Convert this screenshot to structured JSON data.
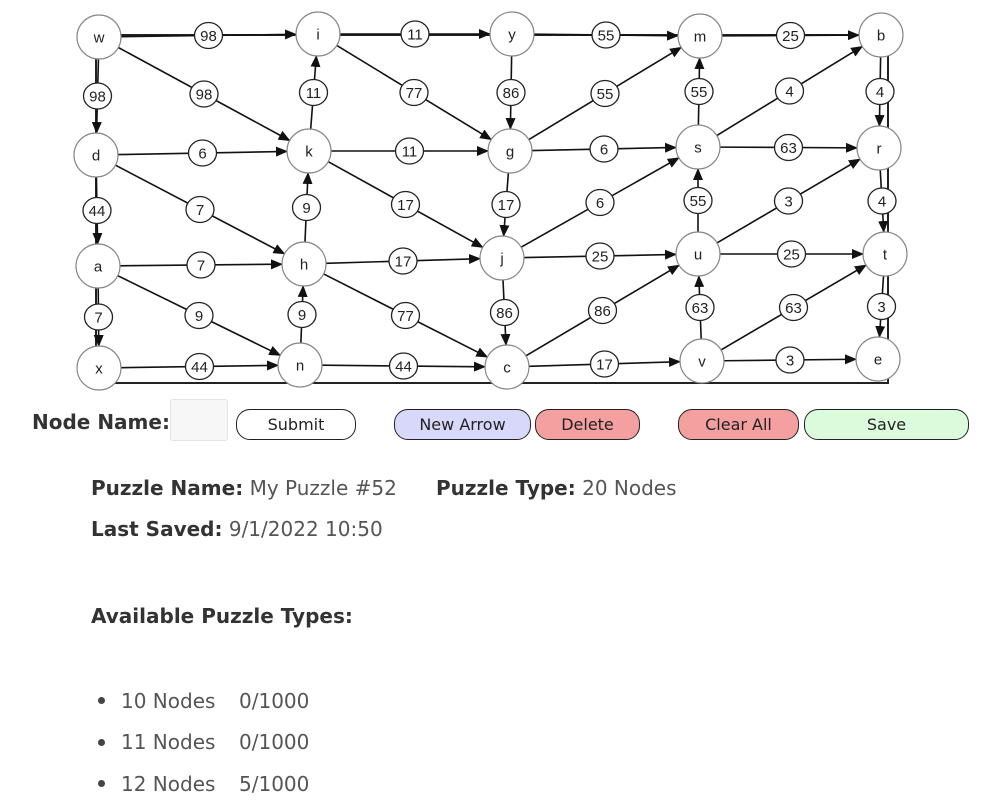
{
  "graph": {
    "nodes": [
      "w",
      "i",
      "y",
      "m",
      "b",
      "d",
      "k",
      "g",
      "s",
      "r",
      "a",
      "h",
      "j",
      "u",
      "t",
      "x",
      "n",
      "c",
      "v",
      "e"
    ],
    "edges": [
      {
        "from": "w",
        "to": "i",
        "weight": "98"
      },
      {
        "from": "i",
        "to": "y",
        "weight": "11"
      },
      {
        "from": "y",
        "to": "m",
        "weight": "55"
      },
      {
        "from": "m",
        "to": "b",
        "weight": "25"
      },
      {
        "from": "w",
        "to": "d",
        "weight": "98"
      },
      {
        "from": "w",
        "to": "k",
        "weight": "98"
      },
      {
        "from": "k",
        "to": "i",
        "weight": "11"
      },
      {
        "from": "i",
        "to": "g",
        "weight": "77"
      },
      {
        "from": "y",
        "to": "g",
        "weight": "86"
      },
      {
        "from": "g",
        "to": "m",
        "weight": "55"
      },
      {
        "from": "s",
        "to": "m",
        "weight": "55"
      },
      {
        "from": "s",
        "to": "b",
        "weight": "4"
      },
      {
        "from": "b",
        "to": "r",
        "weight": "4"
      },
      {
        "from": "d",
        "to": "k",
        "weight": "6"
      },
      {
        "from": "k",
        "to": "g",
        "weight": "11"
      },
      {
        "from": "g",
        "to": "s",
        "weight": "6"
      },
      {
        "from": "s",
        "to": "r",
        "weight": "63"
      },
      {
        "from": "d",
        "to": "a",
        "weight": "44"
      },
      {
        "from": "d",
        "to": "h",
        "weight": "7"
      },
      {
        "from": "h",
        "to": "k",
        "weight": "9"
      },
      {
        "from": "k",
        "to": "j",
        "weight": "17"
      },
      {
        "from": "g",
        "to": "j",
        "weight": "17"
      },
      {
        "from": "j",
        "to": "s",
        "weight": "6"
      },
      {
        "from": "u",
        "to": "s",
        "weight": "55"
      },
      {
        "from": "u",
        "to": "r",
        "weight": "3"
      },
      {
        "from": "r",
        "to": "t",
        "weight": "4"
      },
      {
        "from": "a",
        "to": "h",
        "weight": "7"
      },
      {
        "from": "h",
        "to": "j",
        "weight": "17"
      },
      {
        "from": "j",
        "to": "u",
        "weight": "25"
      },
      {
        "from": "u",
        "to": "t",
        "weight": "25"
      },
      {
        "from": "a",
        "to": "x",
        "weight": "7"
      },
      {
        "from": "a",
        "to": "n",
        "weight": "9"
      },
      {
        "from": "n",
        "to": "h",
        "weight": "9"
      },
      {
        "from": "h",
        "to": "c",
        "weight": "77"
      },
      {
        "from": "j",
        "to": "c",
        "weight": "86"
      },
      {
        "from": "c",
        "to": "u",
        "weight": "86"
      },
      {
        "from": "v",
        "to": "u",
        "weight": "63"
      },
      {
        "from": "v",
        "to": "t",
        "weight": "63"
      },
      {
        "from": "t",
        "to": "e",
        "weight": "3"
      },
      {
        "from": "x",
        "to": "n",
        "weight": "44"
      },
      {
        "from": "n",
        "to": "c",
        "weight": "44"
      },
      {
        "from": "c",
        "to": "v",
        "weight": "17"
      },
      {
        "from": "v",
        "to": "e",
        "weight": "3"
      }
    ]
  },
  "toolbar": {
    "node_name_label": "Node Name:",
    "node_name_value": "",
    "submit_label": "Submit",
    "new_arrow_label": "New Arrow",
    "delete_label": "Delete",
    "clear_all_label": "Clear All",
    "save_label": "Save"
  },
  "info": {
    "puzzle_name_label": "Puzzle Name:",
    "puzzle_name_value": "My Puzzle #52",
    "puzzle_type_label": "Puzzle Type:",
    "puzzle_type_value": "20 Nodes",
    "last_saved_label": "Last Saved:",
    "last_saved_value": "9/1/2022 10:50",
    "available_types_heading": "Available Puzzle Types:",
    "available_types": [
      {
        "name": "10 Nodes",
        "progress": "0/1000"
      },
      {
        "name": "11 Nodes",
        "progress": "0/1000"
      },
      {
        "name": "12 Nodes",
        "progress": "5/1000"
      }
    ]
  },
  "colors": {
    "new_arrow_bg": "#d8d8fb",
    "delete_bg": "#f4a0a0",
    "clear_all_bg": "#f4a0a0",
    "save_bg": "#dcfadc",
    "submit_bg": "#ffffff"
  }
}
